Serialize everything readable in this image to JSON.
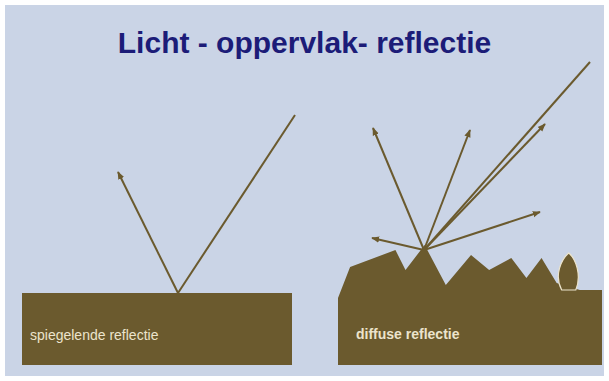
{
  "diagram": {
    "title": "Licht - oppervlak- reflectie",
    "nodes": [
      {
        "text": [
          "spiegelende reflectie"
        ]
      },
      {
        "text": [
          "diffuse reflectie"
        ]
      }
    ]
  }
}
